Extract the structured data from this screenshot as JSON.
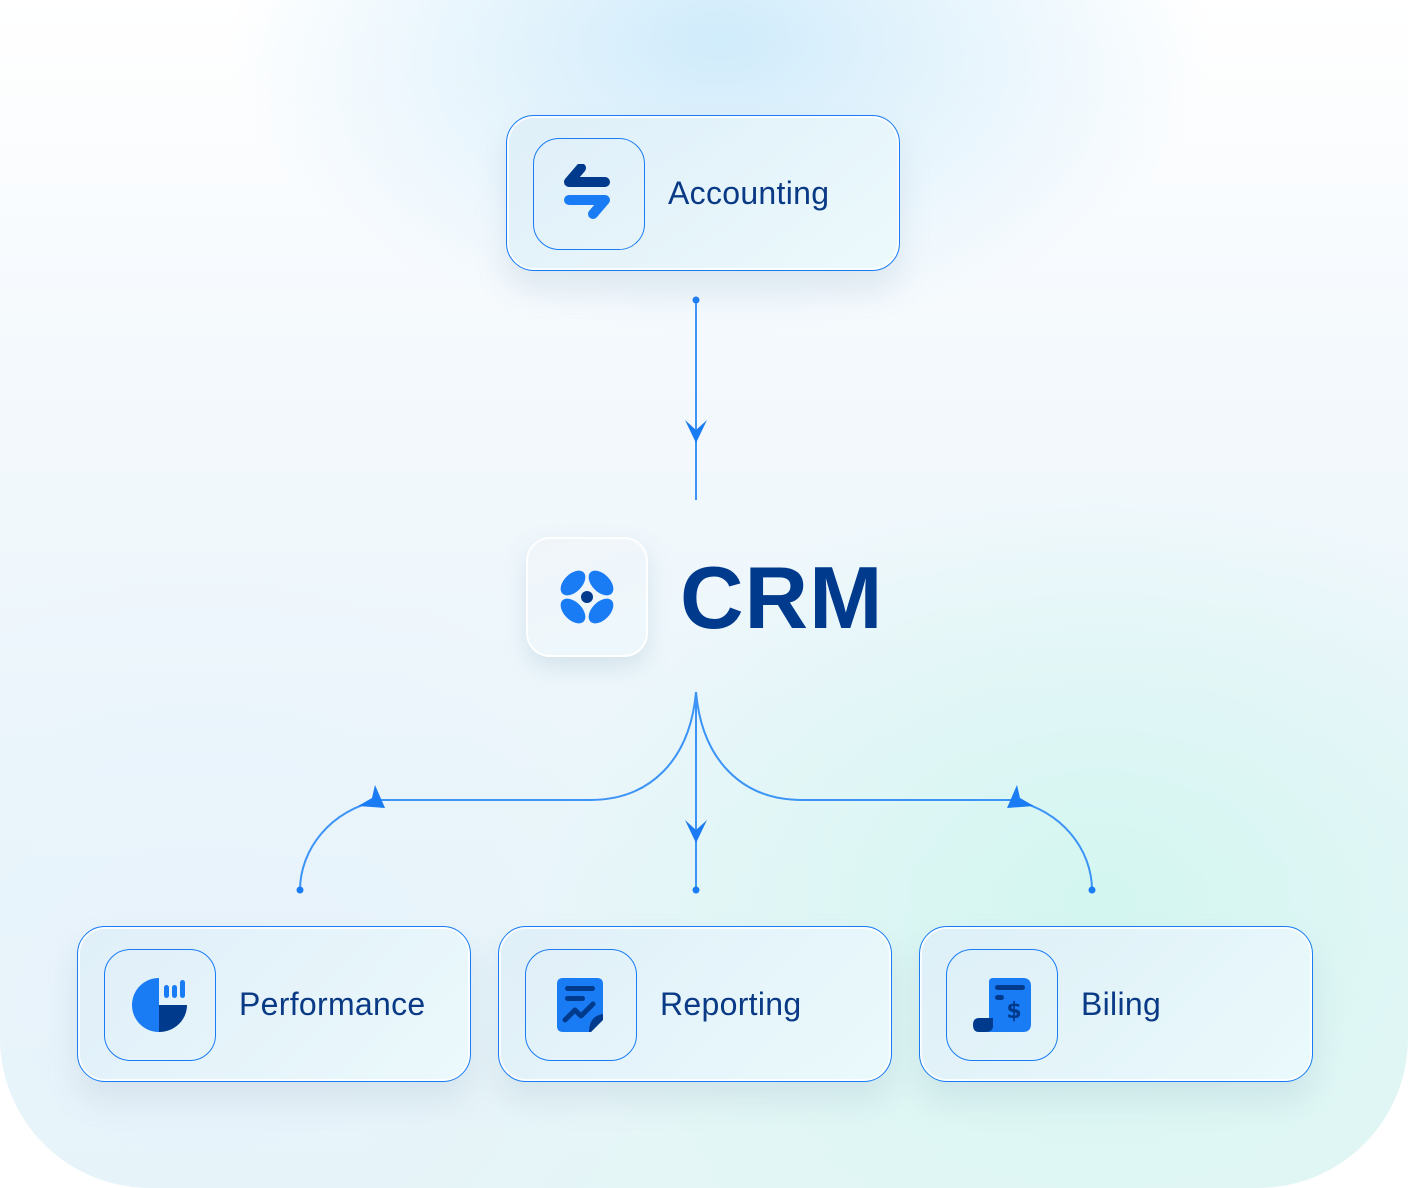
{
  "diagram": {
    "title": "CRM",
    "colors": {
      "accent": "#1a7cf5",
      "dark": "#003a8c",
      "text": "#0a3a86"
    },
    "center": {
      "label": "CRM",
      "icon": "crm-logo-icon"
    },
    "top_node": {
      "label": "Accounting",
      "icon": "transfer-arrows-icon"
    },
    "bottom_nodes": [
      {
        "label": "Performance",
        "icon": "pie-chart-icon"
      },
      {
        "label": "Reporting",
        "icon": "report-document-icon"
      },
      {
        "label": "Biling",
        "icon": "billing-receipt-icon"
      }
    ],
    "edges": [
      {
        "from": "Accounting",
        "to": "CRM"
      },
      {
        "from": "CRM",
        "to": "Performance"
      },
      {
        "from": "CRM",
        "to": "Reporting"
      },
      {
        "from": "CRM",
        "to": "Biling"
      }
    ]
  }
}
